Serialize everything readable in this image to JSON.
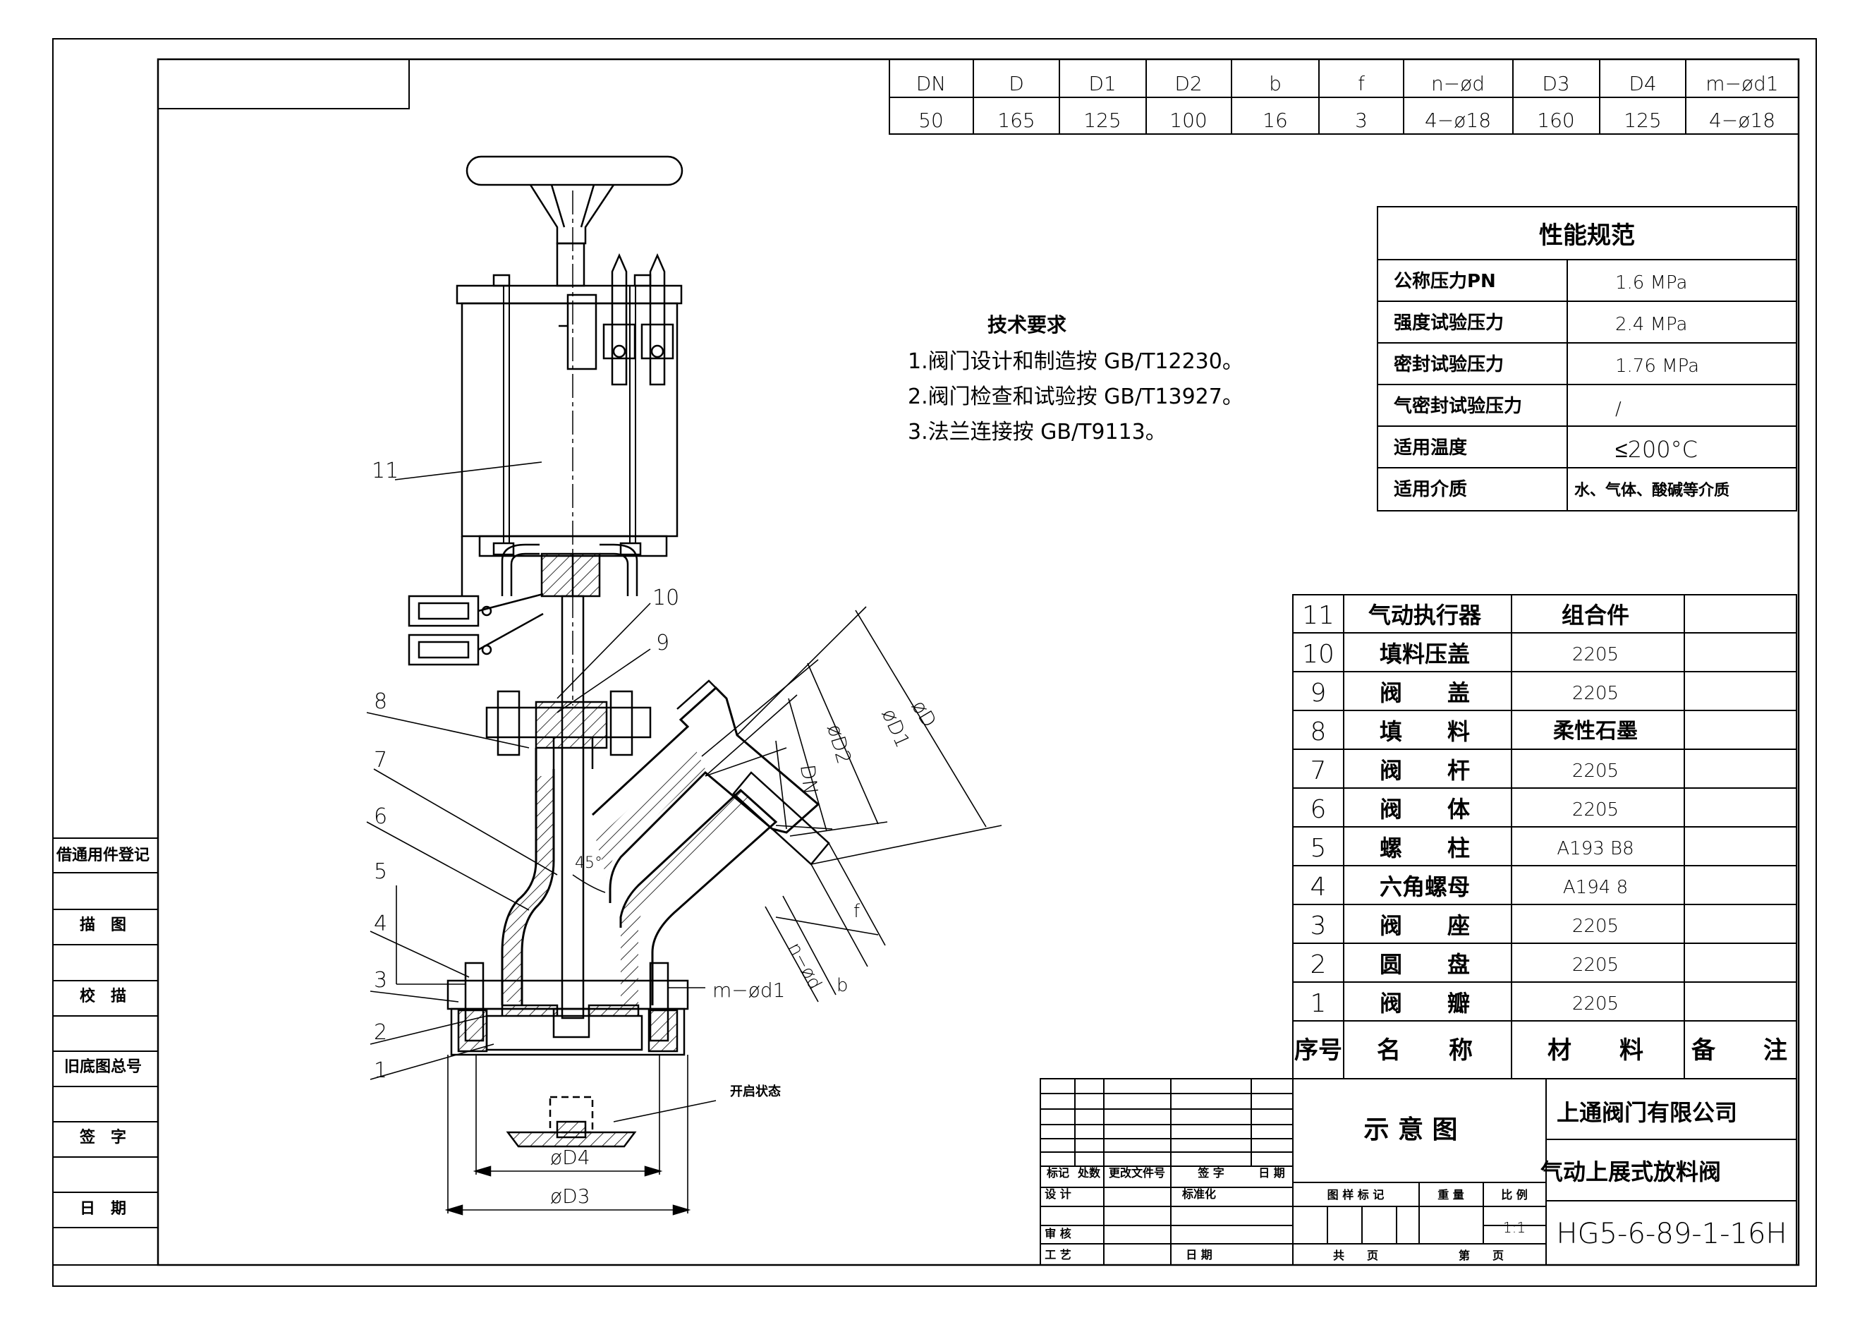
{
  "dim_table": {
    "headers": [
      "DN",
      "D",
      "D1",
      "D2",
      "b",
      "f",
      "n−ød",
      "D3",
      "D4",
      "m−ød1"
    ],
    "values": [
      "50",
      "165",
      "125",
      "100",
      "16",
      "3",
      "4−ø18",
      "160",
      "125",
      "4−ø18"
    ]
  },
  "spec_table": {
    "title": "性能规范",
    "rows": [
      {
        "label": "公称压力PN",
        "value": "1.6  MPa"
      },
      {
        "label": "强度试验压力",
        "value": "2.4  MPa"
      },
      {
        "label": "密封试验压力",
        "value": "1.76  MPa"
      },
      {
        "label": "气密封试验压力",
        "value": "/"
      },
      {
        "label": "适用温度",
        "value": "≤200°C"
      },
      {
        "label": "适用介质",
        "value": "水、气体、酸碱等介质"
      }
    ]
  },
  "tech_req": {
    "title": "技术要求",
    "lines": [
      "1.阀门设计和制造按 GB/T12230。",
      "2.阀门检查和试验按 GB/T13927。",
      "3.法兰连接按 GB/T9113。"
    ]
  },
  "parts_table": {
    "rows": [
      {
        "no": "11",
        "name": "气动执行器",
        "material": "组合件",
        "note": ""
      },
      {
        "no": "10",
        "name": "填料压盖",
        "material": "2205",
        "note": ""
      },
      {
        "no": "9",
        "name": "阀　　盖",
        "material": "2205",
        "note": ""
      },
      {
        "no": "8",
        "name": "填　　料",
        "material": "柔性石墨",
        "note": ""
      },
      {
        "no": "7",
        "name": "阀　　杆",
        "material": "2205",
        "note": ""
      },
      {
        "no": "6",
        "name": "阀　　体",
        "material": "2205",
        "note": ""
      },
      {
        "no": "5",
        "name": "螺　　柱",
        "material": "A193 B8",
        "note": ""
      },
      {
        "no": "4",
        "name": "六角螺母",
        "material": "A194 8",
        "note": ""
      },
      {
        "no": "3",
        "name": "阀　　座",
        "material": "2205",
        "note": ""
      },
      {
        "no": "2",
        "name": "圆　　盘",
        "material": "2205",
        "note": ""
      },
      {
        "no": "1",
        "name": "阀　　瓣",
        "material": "2205",
        "note": ""
      }
    ],
    "header": {
      "no": "序号",
      "name": "名　　称",
      "material": "材　　料",
      "note": "备　　注"
    }
  },
  "title_block": {
    "diagram": "示 意 图",
    "company": "上通阀门有限公司",
    "product": "气动上展式放料阀",
    "drawing_no": "HG5-6-89-1-16H",
    "scale_label": "比 例",
    "scale_value": "1:1",
    "weight_label": "重 量",
    "mark_label": "图 样 标 记",
    "total_label": "共　　页",
    "sheet_label": "第　　页",
    "sig_row": [
      "标记",
      "处数",
      "更改文件号",
      "签 字",
      "日 期"
    ],
    "design": "设 计",
    "standard": "标准化",
    "review": "审 核",
    "craft": "工 艺",
    "date": "日 期"
  },
  "left_strip": [
    "借通用件登记",
    "描　图",
    "校　描",
    "旧底图总号",
    "签　字",
    "日　期"
  ],
  "callouts": [
    "11",
    "10",
    "9",
    "8",
    "7",
    "6",
    "5",
    "4",
    "3",
    "2",
    "1"
  ],
  "dim_labels": {
    "d": "øD",
    "d1": "øD1",
    "d2": "øD2",
    "dn": "DN",
    "f": "f",
    "nd": "n−ød",
    "b": "b",
    "md1": "m−ød1",
    "d4": "øD4",
    "d3": "øD3",
    "angle": "45°",
    "open": "开启状态"
  }
}
